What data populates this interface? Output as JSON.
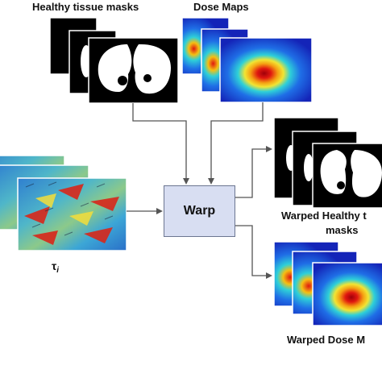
{
  "labels": {
    "healthy_masks": "Healthy tissue masks",
    "dose_maps": "Dose Maps",
    "tau": "τ",
    "tau_subscript": "i",
    "warp": "Warp",
    "warped_masks_line1": "Warped Healthy t",
    "warped_masks_line2": "masks",
    "warped_dose": "Warped Dose M"
  },
  "colors": {
    "mask_background": "#000000",
    "mask_foreground": "#ffffff",
    "warp_box_fill": "#d8def2",
    "warp_box_border": "#6c7691",
    "arrow": "#555555",
    "dose_low": "#1a2fd6",
    "dose_mid": "#29c7d9",
    "dose_hot": "#d91a0f"
  },
  "icons": {
    "mask_stack": "lung-mask-stack",
    "dose_stack": "dose-heatmap-stack",
    "field_stack": "deformation-field-stack"
  }
}
